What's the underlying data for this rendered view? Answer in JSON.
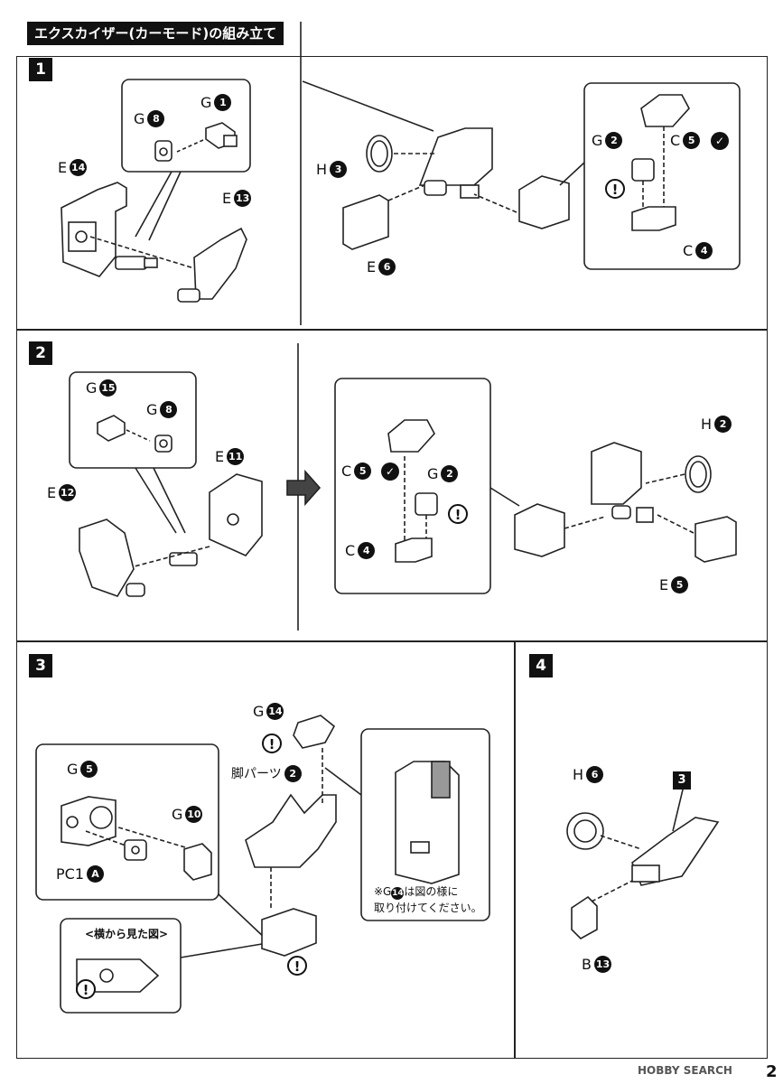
{
  "title": "エクスカイザー(カーモード)の組み立て",
  "steps": [
    "1",
    "2",
    "3",
    "4"
  ],
  "step1": {
    "labels": [
      "E",
      "E",
      "G",
      "G",
      "H",
      "E",
      "G",
      "C",
      "C"
    ],
    "nums": [
      "14",
      "13",
      "8",
      "1",
      "3",
      "6",
      "2",
      "5",
      "4"
    ]
  },
  "step2": {
    "labels": [
      "E",
      "E",
      "G",
      "G",
      "C",
      "G",
      "C",
      "H",
      "E"
    ],
    "nums": [
      "12",
      "11",
      "15",
      "8",
      "5",
      "2",
      "4",
      "2",
      "5"
    ]
  },
  "step3": {
    "g5": "G",
    "g5_num": "5",
    "g10": "G",
    "g10_num": "10",
    "pc1": "PC1",
    "pc1_sym": "A",
    "g14": "G",
    "g14_num": "14",
    "leg": "脚パーツ",
    "leg_num": "2",
    "side_view": "<横から見た図>",
    "note_line1": "※G",
    "note_num": "14",
    "note_line1b": "は図の様に",
    "note_line2": "取り付けてください。"
  },
  "step4": {
    "h": "H",
    "h_num": "6",
    "ref": "3",
    "b": "B",
    "b_num": "13"
  },
  "warn_symbol": "!",
  "glue_symbol": "✓",
  "footer": {
    "logo": "HOBBY SEARCH",
    "page": "2"
  }
}
